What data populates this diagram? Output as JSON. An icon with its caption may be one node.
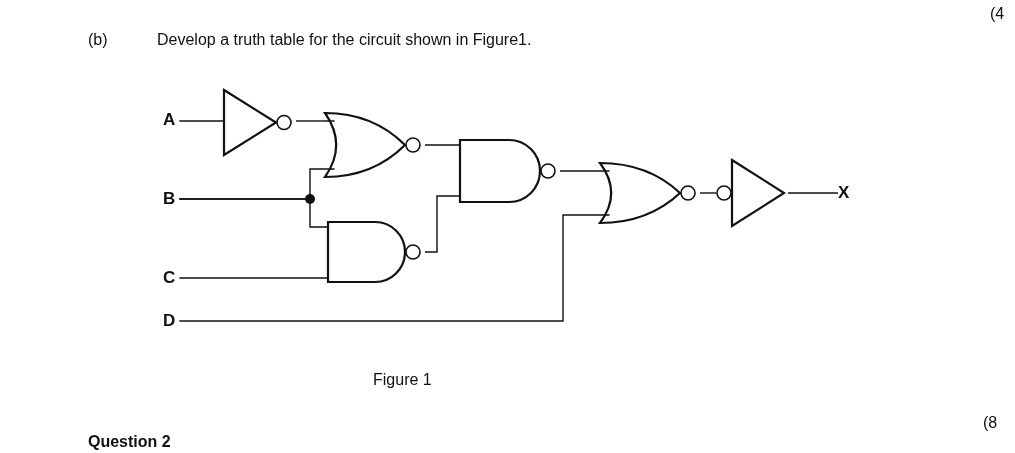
{
  "diagram": {
    "nodes": [
      {
        "text": [
          "A"
        ]
      },
      {
        "text": [],
        "shape": "inverter"
      },
      {
        "text": [],
        "shape": "nor"
      },
      {
        "text": [
          "B"
        ]
      },
      {
        "text": [],
        "shape": "nand"
      },
      {
        "text": [],
        "shape": "nand"
      },
      {
        "text": [
          "C"
        ]
      },
      {
        "text": [
          "D"
        ]
      },
      {
        "text": [],
        "shape": "nor"
      },
      {
        "text": [],
        "shape": "inverter"
      },
      {
        "text": [
          "X"
        ]
      }
    ],
    "edges": [
      {
        "from": 0,
        "to": 1,
        "arrow": "none"
      },
      {
        "from": 1,
        "to": 2,
        "arrow": "none"
      },
      {
        "from": 3,
        "to": 2,
        "arrow": "none"
      },
      {
        "from": 3,
        "to": 4,
        "arrow": "none"
      },
      {
        "from": 6,
        "to": 4,
        "arrow": "none"
      },
      {
        "from": 2,
        "to": 5,
        "arrow": "none"
      },
      {
        "from": 4,
        "to": 5,
        "arrow": "none"
      },
      {
        "from": 5,
        "to": 8,
        "arrow": "none"
      },
      {
        "from": 7,
        "to": 8,
        "arrow": "none"
      },
      {
        "from": 8,
        "to": 9,
        "arrow": "none"
      },
      {
        "from": 9,
        "to": 10,
        "arrow": "none"
      }
    ],
    "labels": [
      "(4",
      "(b)",
      "Develop a truth table for the circuit shown in Figure1.",
      "Figure 1",
      "(8",
      "Question 2"
    ]
  }
}
